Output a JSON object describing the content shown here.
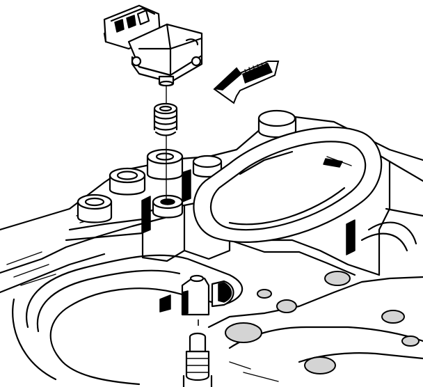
{
  "figure": {
    "components": [
      {
        "name": "sensor",
        "icon": "sensor-icon"
      },
      {
        "name": "seal",
        "icon": "spring-seal-icon"
      },
      {
        "name": "intake-manifold",
        "icon": "manifold-icon"
      },
      {
        "name": "fitting",
        "icon": "fitting-icon"
      }
    ],
    "direction_arrow": {
      "icon": "direction-arrow-icon"
    },
    "colors": {
      "line": "#000000",
      "background": "#ffffff",
      "shade": "#d4d4d4"
    }
  }
}
